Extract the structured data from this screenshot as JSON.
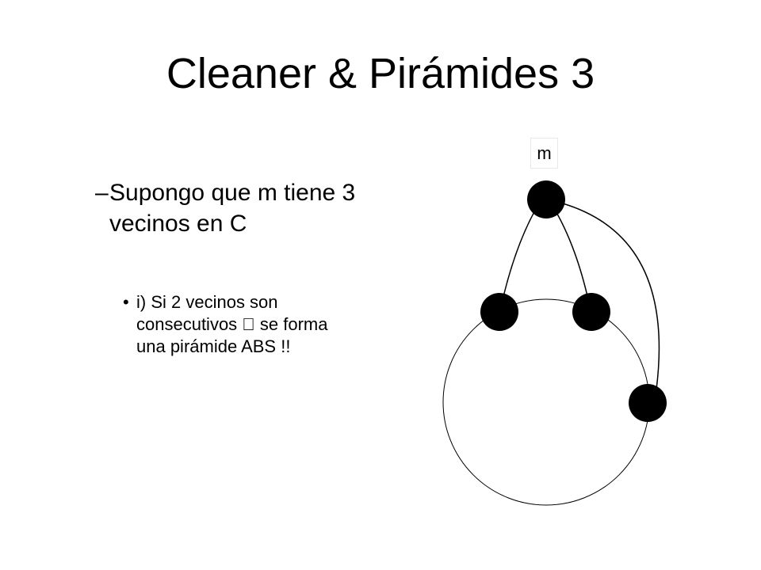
{
  "slide": {
    "title": "Cleaner & Pirámides 3",
    "bullet_level1": {
      "marker": "–",
      "text": "Supongo que m tiene 3 vecinos en C"
    },
    "bullet_level2": {
      "marker": "•",
      "text": "i) Si 2 vecinos son consecutivos  se forma una pirámide ABS !!"
    }
  },
  "diagram": {
    "node_label": "m",
    "node_color": "#000000",
    "edge_color": "#000000"
  }
}
